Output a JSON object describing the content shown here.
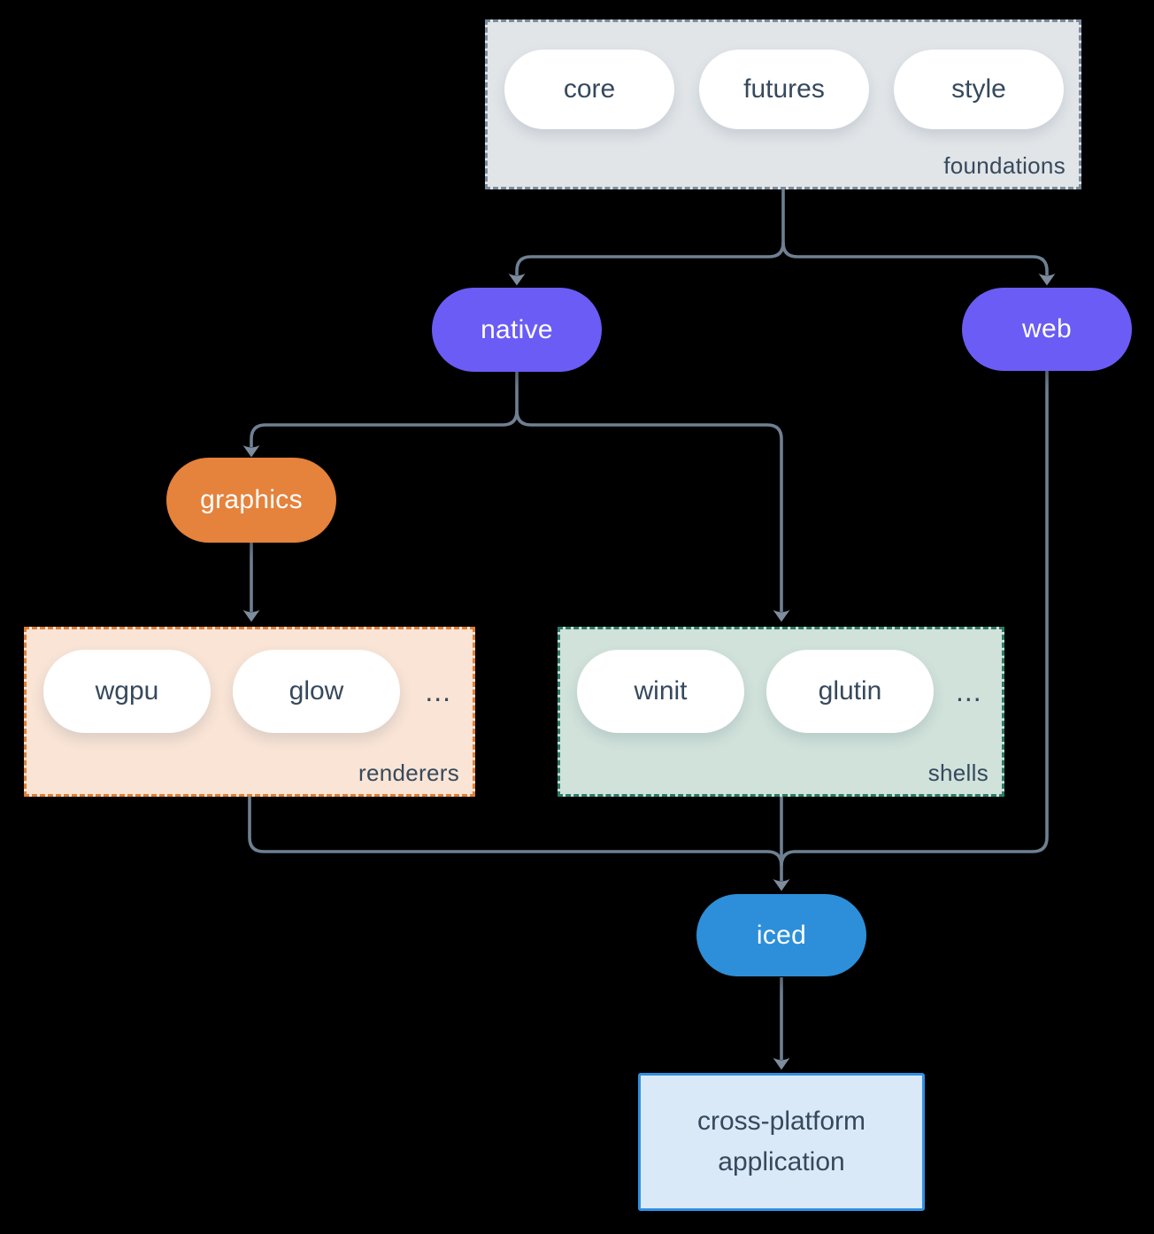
{
  "colors": {
    "background": "#000000",
    "arrow-line": "#6e8092",
    "arrow-head": "#7e8d9d",
    "text-dark": "#36495c",
    "pill-white": "#ffffff",
    "purple": "#6a5cf5",
    "orange": "#e5823c",
    "blue": "#2d8fd9",
    "foundations-fill": "#e1e5e8",
    "foundations-border": "#7b8b9b",
    "renderers-fill": "#f9e4d5",
    "renderers-border": "#df8036",
    "shells-fill": "#d0e2da",
    "shells-border": "#2c7c68",
    "app-fill": "#d9e9f8",
    "app-border": "#2f90e2"
  },
  "foundations": {
    "label": "foundations",
    "pills": [
      "core",
      "futures",
      "style"
    ]
  },
  "nodes": {
    "native": "native",
    "web": "web",
    "graphics": "graphics",
    "iced": "iced"
  },
  "renderers": {
    "label": "renderers",
    "pills": [
      "wgpu",
      "glow"
    ],
    "ellipsis": "..."
  },
  "shells": {
    "label": "shells",
    "pills": [
      "winit",
      "glutin"
    ],
    "ellipsis": "..."
  },
  "app": {
    "line1": "cross-platform",
    "line2": "application"
  }
}
